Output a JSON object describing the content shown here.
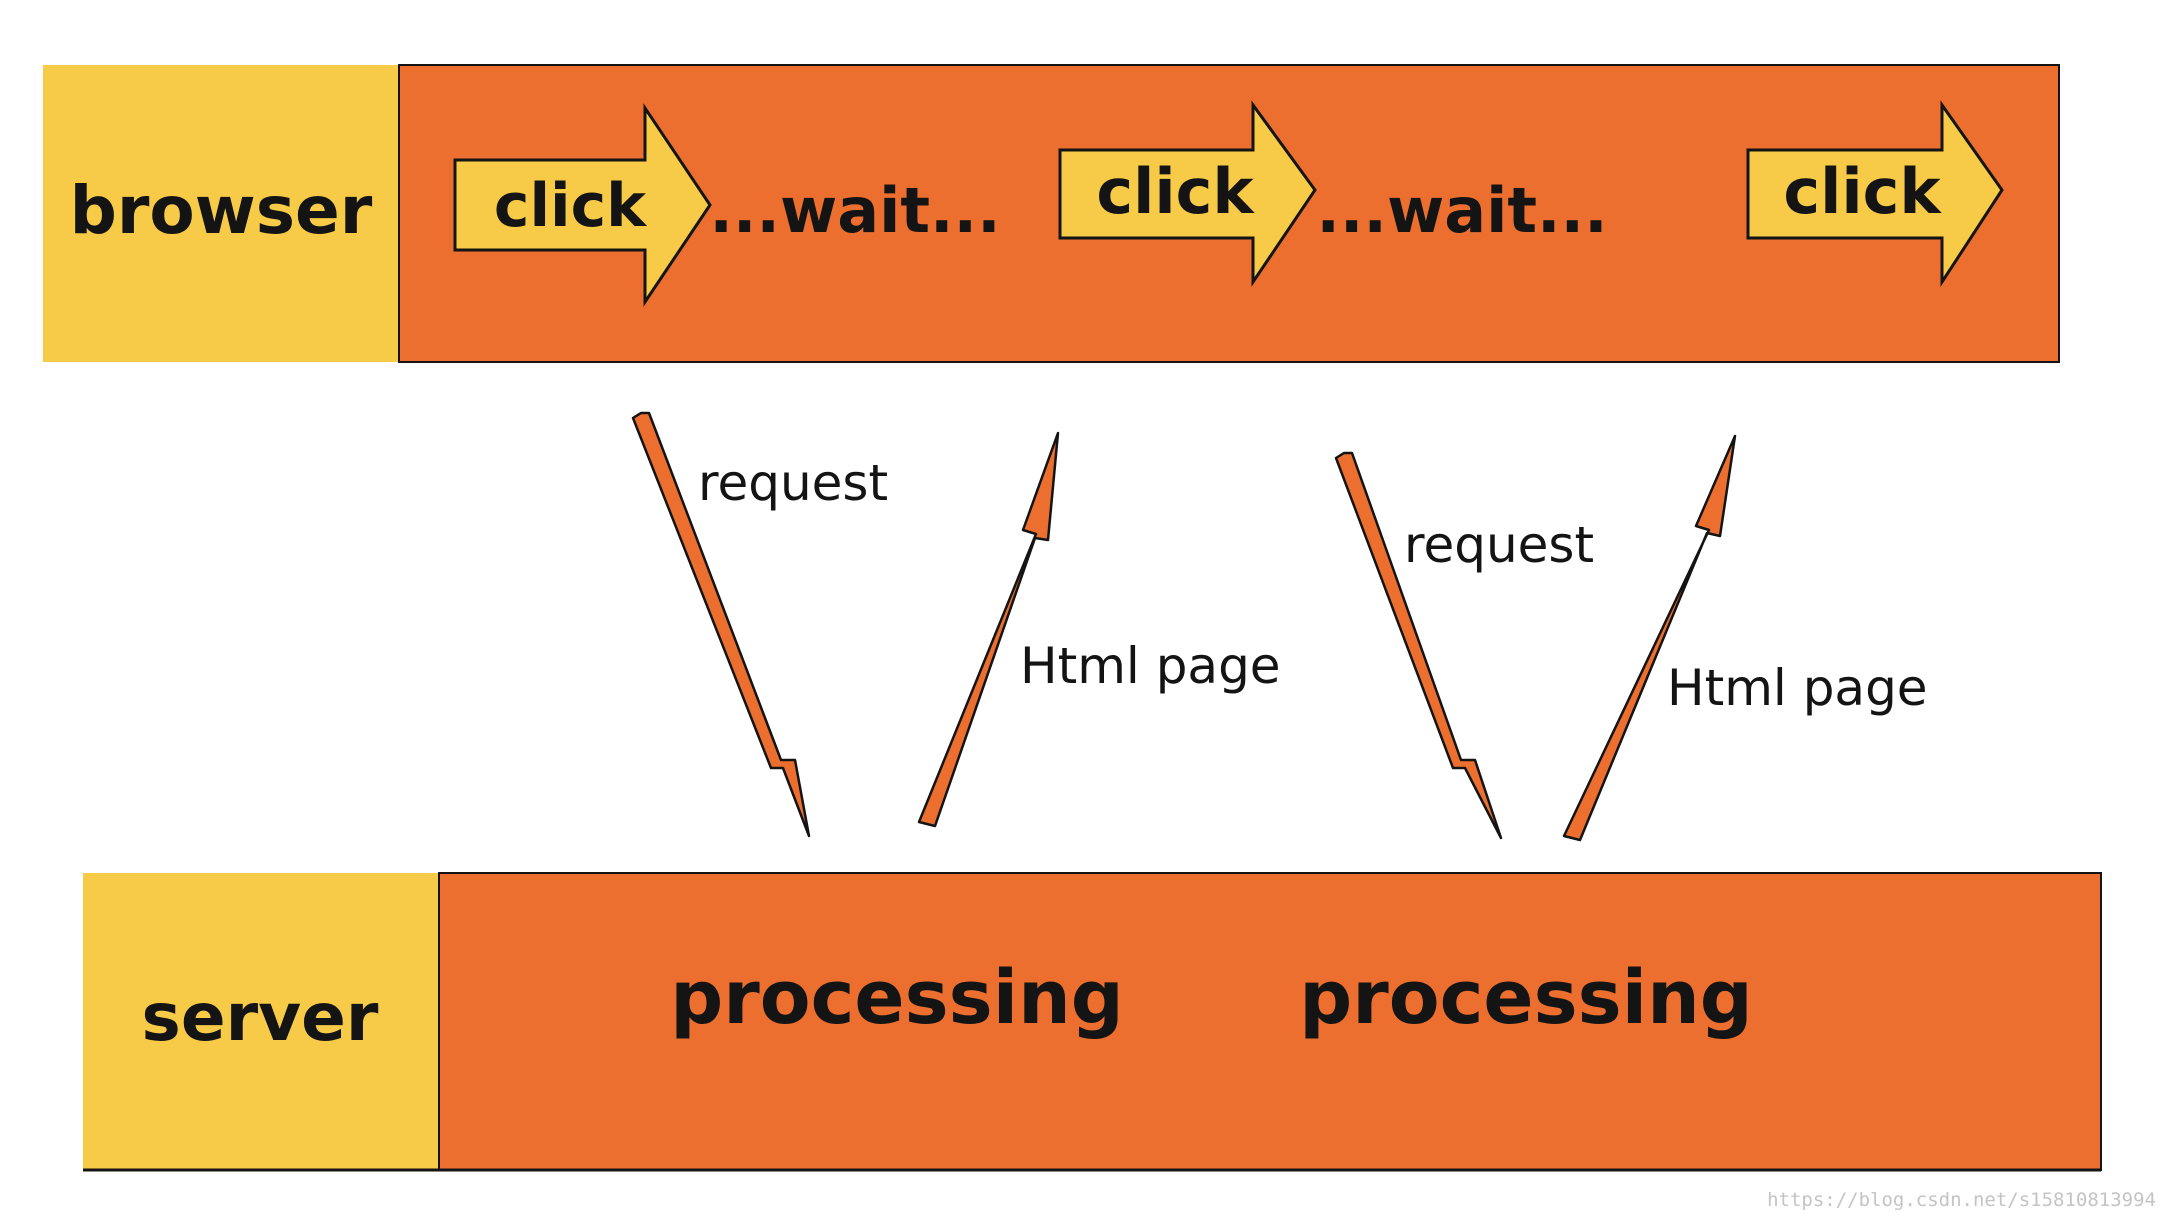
{
  "colors": {
    "label_block": "#f7cb48",
    "timeline": "#ec6f2f",
    "click_arrow": "#f7cb48",
    "message_arrow": "#ec6f2f",
    "outline": "#141414",
    "background": "#ffffff"
  },
  "browser": {
    "label": "browser",
    "steps": [
      {
        "kind": "click",
        "text": "click"
      },
      {
        "kind": "wait",
        "text": "...wait..."
      },
      {
        "kind": "click",
        "text": "click"
      },
      {
        "kind": "wait",
        "text": "...wait..."
      },
      {
        "kind": "click",
        "text": "click"
      }
    ]
  },
  "server": {
    "label": "server",
    "steps": [
      {
        "text": "processing"
      },
      {
        "text": "processing"
      }
    ]
  },
  "messages": [
    {
      "direction": "down",
      "label": "request"
    },
    {
      "direction": "up",
      "label": "Html page"
    },
    {
      "direction": "down",
      "label": "request"
    },
    {
      "direction": "up",
      "label": "Html page"
    }
  ],
  "watermark": "https://blog.csdn.net/s15810813994"
}
